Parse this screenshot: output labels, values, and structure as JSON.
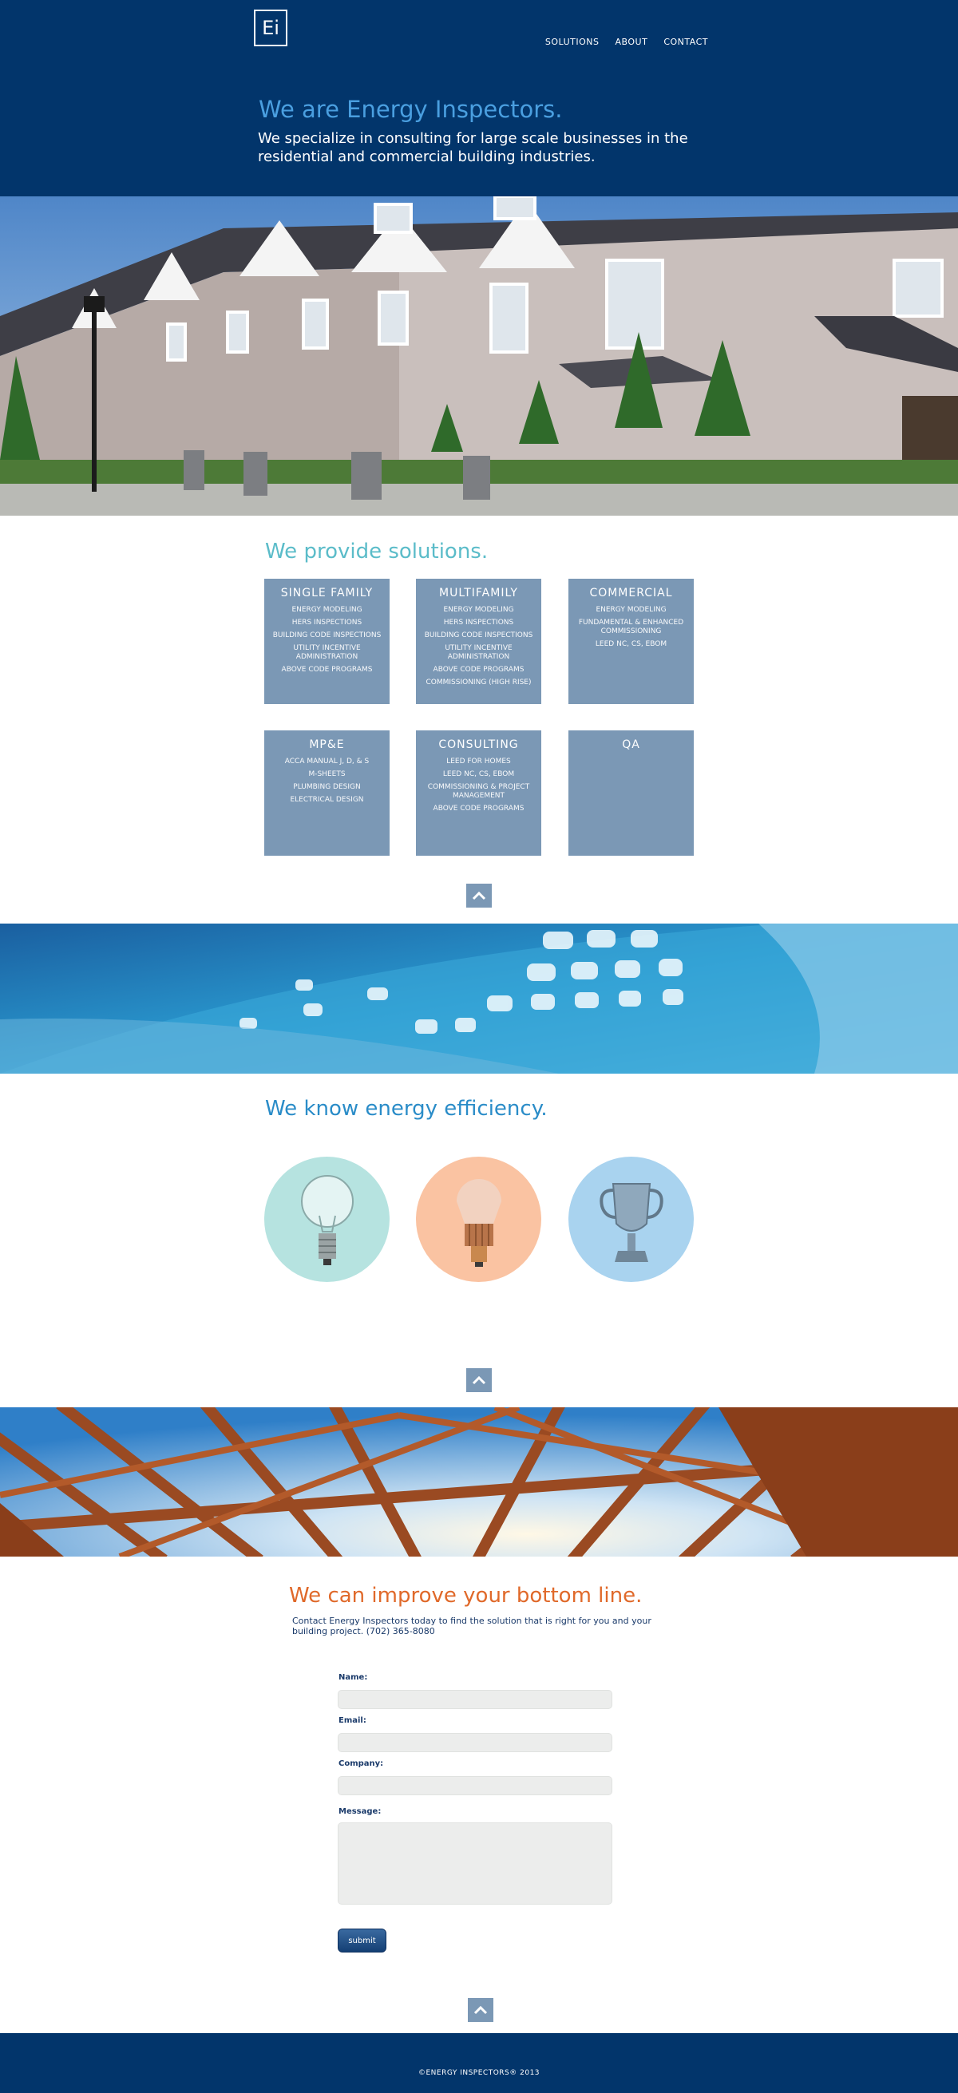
{
  "header": {
    "logo": "Ei",
    "nav": [
      "SOLUTIONS",
      "ABOUT",
      "CONTACT"
    ],
    "title": "We are Energy Inspectors.",
    "subtitle": "We specialize in consulting for large scale businesses in the residential and commercial building industries."
  },
  "solutions": {
    "title": "We provide solutions.",
    "cards": [
      {
        "title": "SINGLE FAMILY",
        "items": [
          "ENERGY MODELING",
          "HERS INSPECTIONS",
          "BUILDING CODE INSPECTIONS",
          "UTILITY INCENTIVE ADMINISTRATION",
          "ABOVE CODE PROGRAMS"
        ]
      },
      {
        "title": "MULTIFAMILY",
        "items": [
          "ENERGY MODELING",
          "HERS INSPECTIONS",
          "BUILDING CODE INSPECTIONS",
          "UTILITY INCENTIVE ADMINISTRATION",
          "ABOVE CODE PROGRAMS",
          "COMMISSIONING (HIGH RISE)"
        ]
      },
      {
        "title": "COMMERCIAL",
        "items": [
          "ENERGY MODELING",
          "FUNDAMENTAL & ENHANCED COMMISSIONING",
          "LEED NC, CS, EBOM"
        ]
      },
      {
        "title": "MP&E",
        "items": [
          "ACCA MANUAL J, D, & S",
          "M-SHEETS",
          "PLUMBING DESIGN",
          "ELECTRICAL DESIGN"
        ]
      },
      {
        "title": "CONSULTING",
        "items": [
          "LEED FOR HOMES",
          "LEED NC, CS, EBOM",
          "COMMISSIONING & PROJECT MANAGEMENT",
          "ABOVE CODE PROGRAMS"
        ]
      },
      {
        "title": "QA",
        "items": []
      }
    ]
  },
  "efficiency": {
    "title": "We know energy efficiency.",
    "circles": [
      {
        "icon": "incandescent-bulb-icon",
        "color": "#b6e3e0"
      },
      {
        "icon": "led-bulb-icon",
        "color": "#fac3a2"
      },
      {
        "icon": "trophy-icon",
        "color": "#a9d3ef"
      }
    ]
  },
  "contact": {
    "title": "We can improve your bottom line.",
    "text": "Contact Energy Inspectors today to find the solution that is right for you and your building project. (702) 365-8080",
    "labels": {
      "name": "Name:",
      "email": "Email:",
      "company": "Company:",
      "message": "Message:"
    },
    "submit": "submit"
  },
  "footer": {
    "copyright": "©ENERGY INSPECTORS® 2013"
  },
  "colors": {
    "navy": "#02356b",
    "card": "#7b98b5",
    "accent_blue": "#4a9fe0",
    "accent_orange": "#e0692a"
  }
}
